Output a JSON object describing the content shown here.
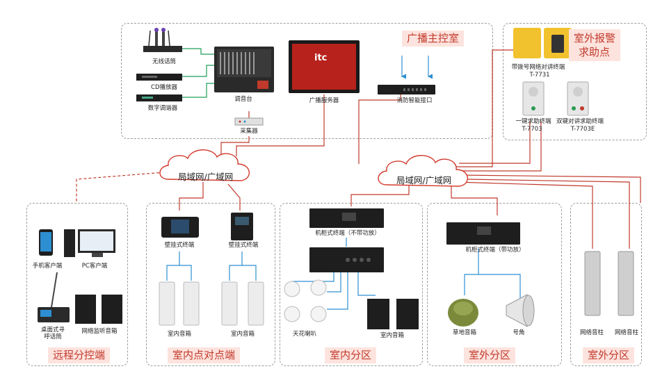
{
  "zones": {
    "master": "广播主控室",
    "outdoor_alarm_line1": "室外报警",
    "outdoor_alarm_line2": "求助点",
    "remote": "远程分控端",
    "indoor_p2p": "室内点对点端",
    "indoor_zone": "室内分区",
    "outdoor_zone1": "室外分区",
    "outdoor_zone2": "室外分区"
  },
  "network": {
    "cloud_left": "局域网/广域网",
    "cloud_right": "局域网/广域网"
  },
  "devices": {
    "wireless_mic": "无线话筒",
    "cd_player": "CD播放器",
    "digital_tuner": "数字调谐器",
    "mixer": "调音台",
    "collector": "采集器",
    "server": "广播服务器",
    "server_brand": "itc",
    "fire_interface": "消防智能接口",
    "dial_terminal": "带拨号网络对讲终端",
    "dial_terminal_model": "T-7731",
    "one_key_terminal": "一键求助终端",
    "one_key_model": "T-7703",
    "dual_key_terminal": "双键对讲求助终端",
    "dual_key_model": "T-7703E",
    "mobile_client": "手机客户端",
    "pc_client": "PC客户端",
    "desk_paging_line1": "桌面式寻",
    "desk_paging_line2": "呼话筒",
    "network_monitor_speaker": "网络监听音箱",
    "wall_terminal_1": "壁挂式终端",
    "wall_terminal_2": "壁挂式终端",
    "indoor_speaker_1": "室内音箱",
    "indoor_speaker_2": "室内音箱",
    "rack_terminal_no_amp": "机柜式终端（不带功放）",
    "ceiling_speaker": "天花喇叭",
    "indoor_speaker_3": "室内音箱",
    "rack_terminal_amp": "机柜式终端（带功放）",
    "lawn_speaker": "草地音箱",
    "horn": "号角",
    "column_1": "网络音柱",
    "column_2": "网络音柱"
  },
  "colors": {
    "line_red": "#c0392b",
    "line_green": "#1e9e5a",
    "line_blue": "#2d8fd2",
    "tag_bg": "#fde3de",
    "tag_text": "#c23a2c",
    "cloud_stroke": "#d23a2c"
  }
}
